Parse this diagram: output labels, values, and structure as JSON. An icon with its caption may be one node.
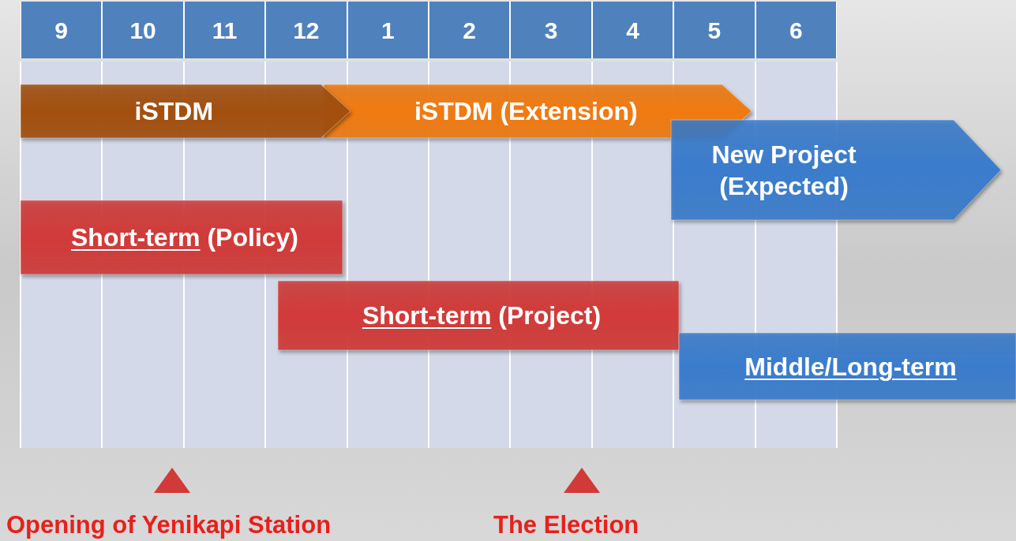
{
  "diagram": {
    "nodes": [
      {
        "text": [
          "iSTDM"
        ]
      },
      {
        "text": [
          "iSTDM (Extension)"
        ]
      },
      {
        "text": [
          "New Project (Expected)"
        ]
      },
      {
        "text": [
          "Short-term (Policy)"
        ]
      },
      {
        "text": [
          "Short-term (Project)"
        ]
      },
      {
        "text": [
          "Middle/Long-term"
        ]
      }
    ],
    "labels": [
      "9",
      "10",
      "11",
      "12",
      "1",
      "2",
      "3",
      "4",
      "5",
      "6",
      "Opening of Yenikapi Station",
      "The Election"
    ]
  }
}
